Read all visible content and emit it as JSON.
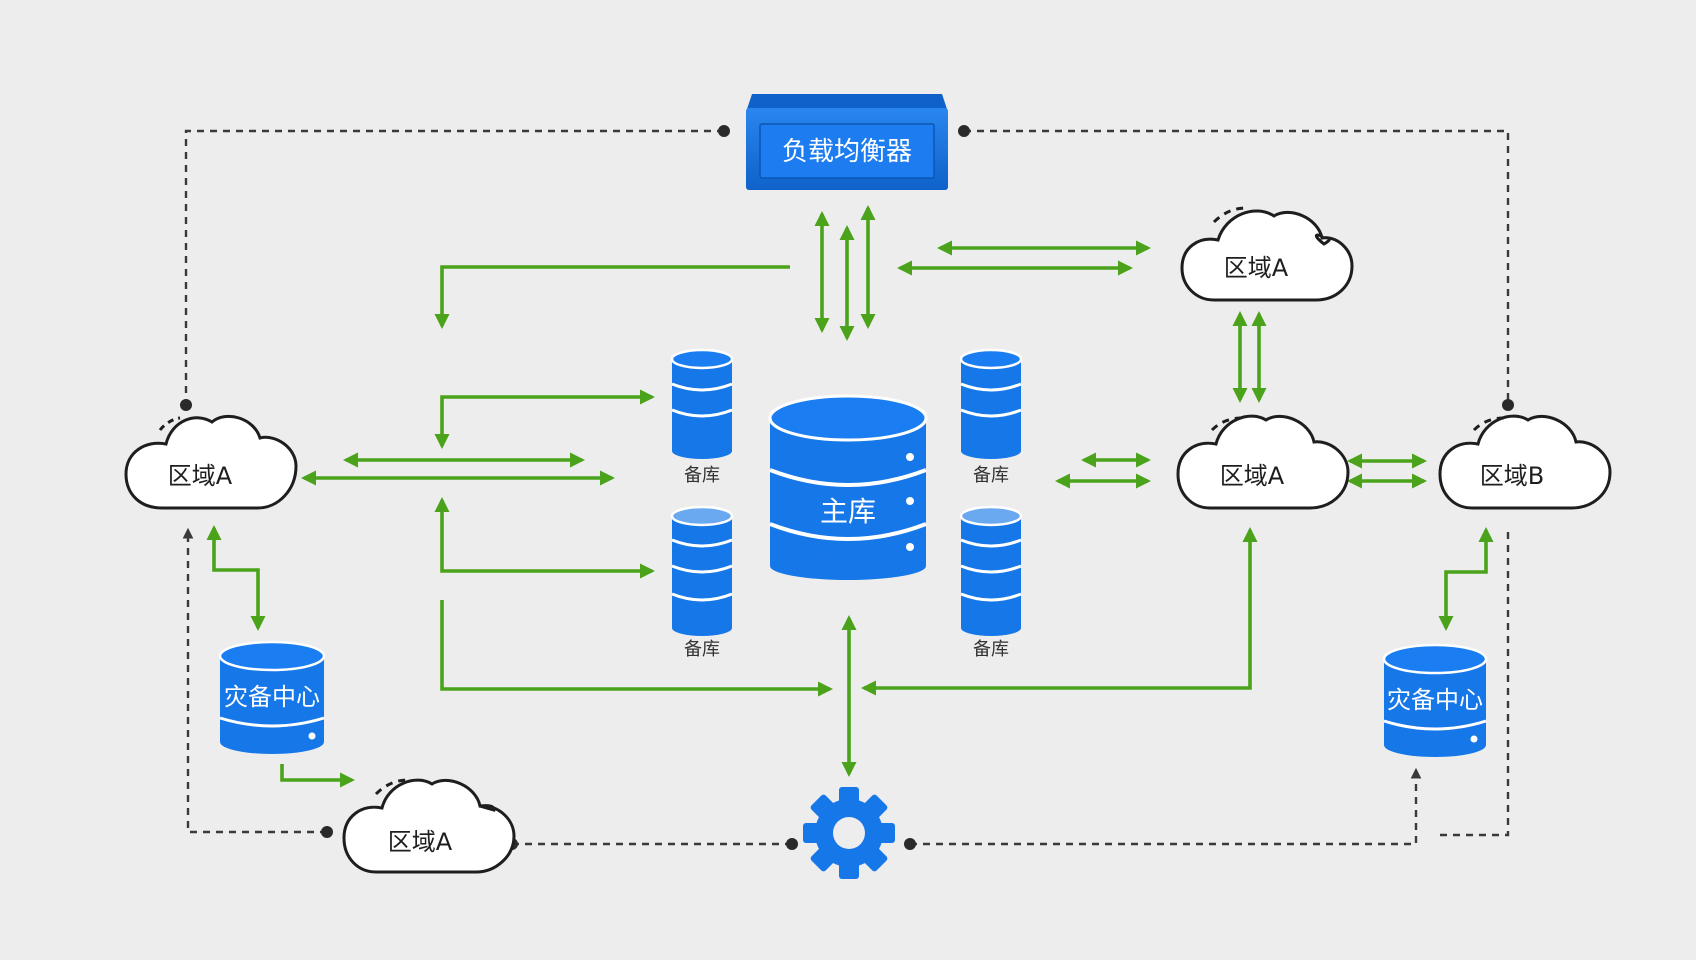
{
  "load_balancer": {
    "label": "负载均衡器"
  },
  "primary_db": {
    "label": "主库"
  },
  "replicas": [
    {
      "label": "备库"
    },
    {
      "label": "备库"
    },
    {
      "label": "备库"
    },
    {
      "label": "备库"
    }
  ],
  "regions": {
    "left": "区域A",
    "top_right": "区域A",
    "mid_right": "区域A",
    "far_right": "区域B",
    "bottom": "区域A"
  },
  "dr_centers": {
    "left": "灾备中心",
    "right": "灾备中心"
  },
  "colors": {
    "background": "#ededee",
    "blue": "#1677e8",
    "blue_dark": "#0e5fc4",
    "blue_light": "#6aa8f0",
    "green": "#4aa31a",
    "dashed_line": "#3a3a3a"
  },
  "icons": {
    "settings": "gear-icon",
    "cloud": "cloud-icon",
    "database": "database-icon"
  }
}
